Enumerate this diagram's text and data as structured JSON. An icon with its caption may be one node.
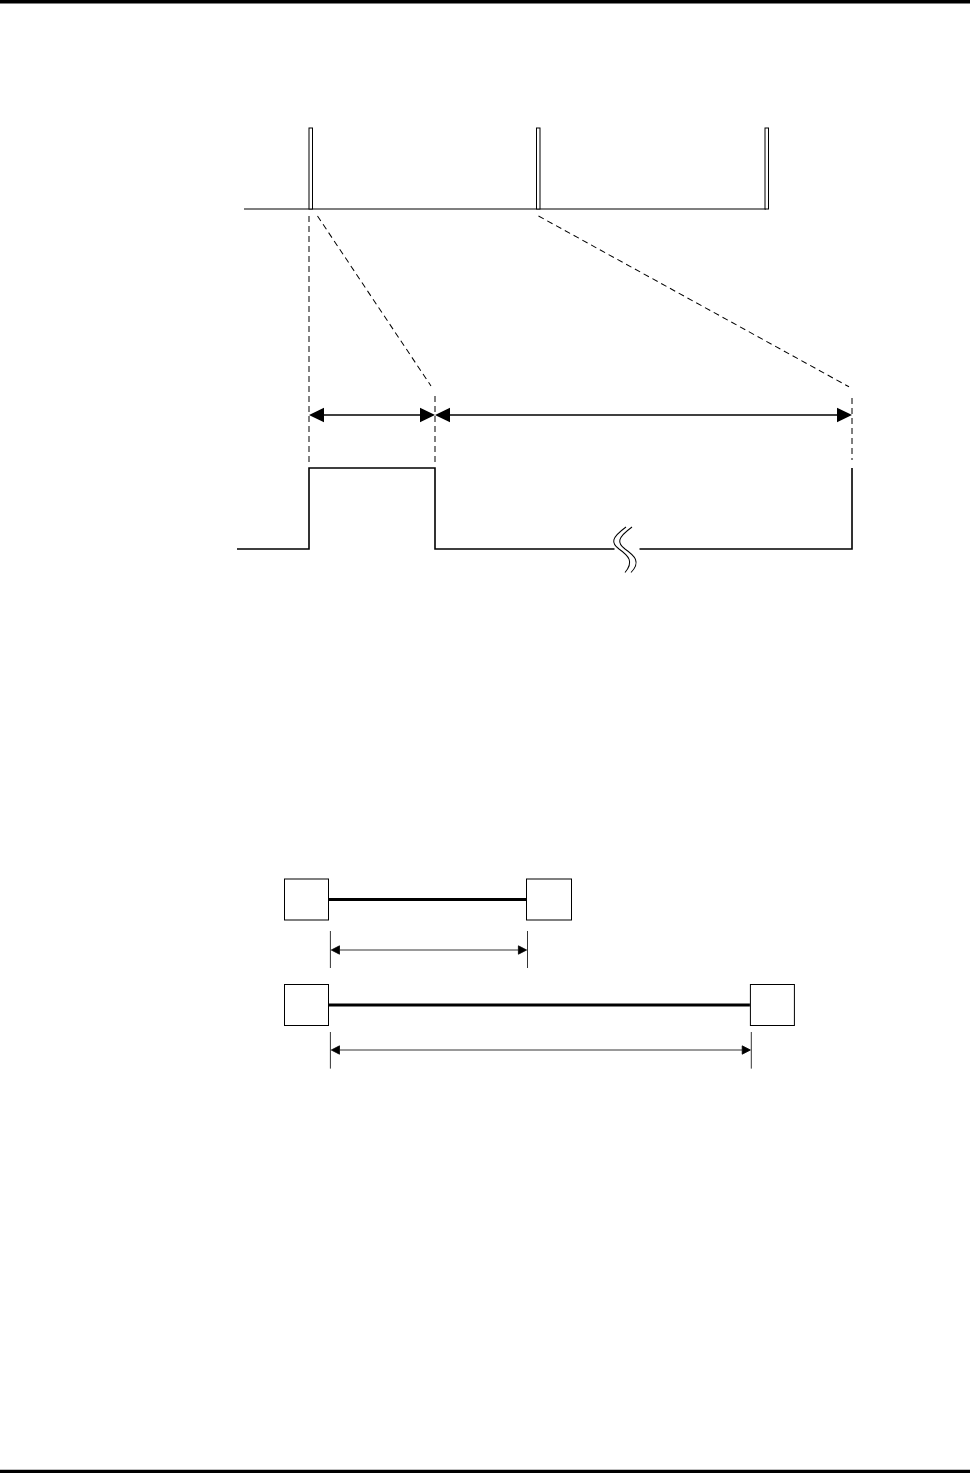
{
  "diagram": {
    "nodes": [
      {
        "text": [],
        "shape": "box"
      },
      {
        "text": [],
        "shape": "box"
      },
      {
        "text": [],
        "shape": "box"
      },
      {
        "text": [],
        "shape": "box"
      }
    ],
    "edges": [
      {
        "from": 0,
        "to": 1,
        "arrow": "none"
      },
      {
        "from": 2,
        "to": 3,
        "arrow": "none"
      }
    ]
  }
}
